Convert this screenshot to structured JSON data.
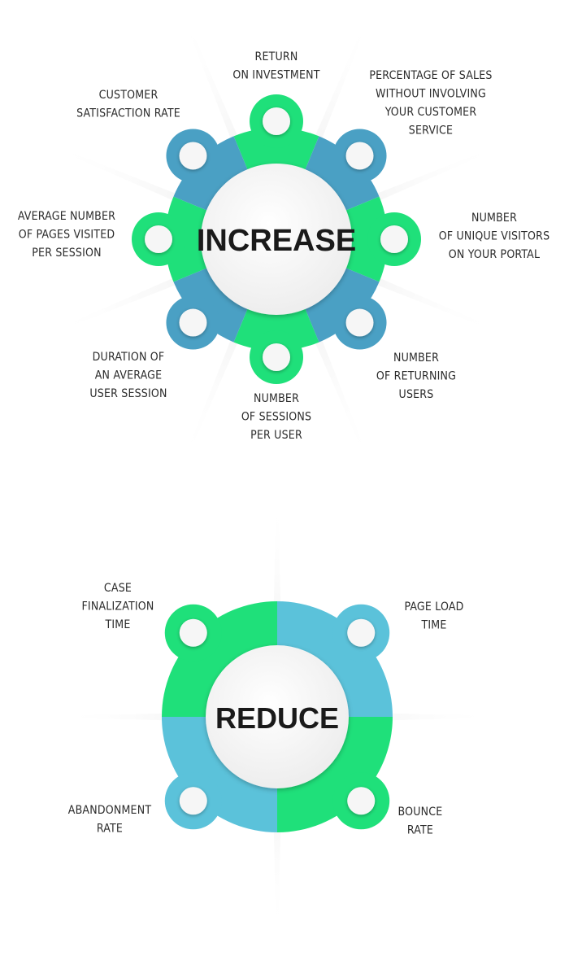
{
  "colors": {
    "green": "#1fe07a",
    "blue_increase": "#4aa0c4",
    "blue_reduce": "#5bc2da",
    "hub": "#f7f7f7",
    "text": "#2b2b2b"
  },
  "increase": {
    "title": "INCREASE",
    "metrics": [
      {
        "lines": [
          "RETURN",
          "ON INVESTMENT"
        ]
      },
      {
        "lines": [
          "PERCENTAGE OF SALES",
          "WITHOUT INVOLVING",
          "YOUR CUSTOMER",
          "SERVICE"
        ]
      },
      {
        "lines": [
          "NUMBER",
          "OF UNIQUE VISITORS",
          "ON YOUR PORTAL"
        ]
      },
      {
        "lines": [
          "NUMBER",
          "OF RETURNING",
          "USERS"
        ]
      },
      {
        "lines": [
          "NUMBER",
          "OF SESSIONS",
          "PER USER"
        ]
      },
      {
        "lines": [
          "DURATION OF",
          "AN AVERAGE",
          "USER SESSION"
        ]
      },
      {
        "lines": [
          "AVERAGE NUMBER",
          "OF PAGES VISITED",
          "PER SESSION"
        ]
      },
      {
        "lines": [
          "CUSTOMER",
          "SATISFACTION RATE"
        ]
      }
    ]
  },
  "reduce": {
    "title": "REDUCE",
    "metrics": [
      {
        "lines": [
          "CASE",
          "FINALIZATION",
          "TIME"
        ]
      },
      {
        "lines": [
          "PAGE LOAD",
          "TIME"
        ]
      },
      {
        "lines": [
          "BOUNCE",
          "RATE"
        ]
      },
      {
        "lines": [
          "ABANDONMENT",
          "RATE"
        ]
      }
    ]
  }
}
